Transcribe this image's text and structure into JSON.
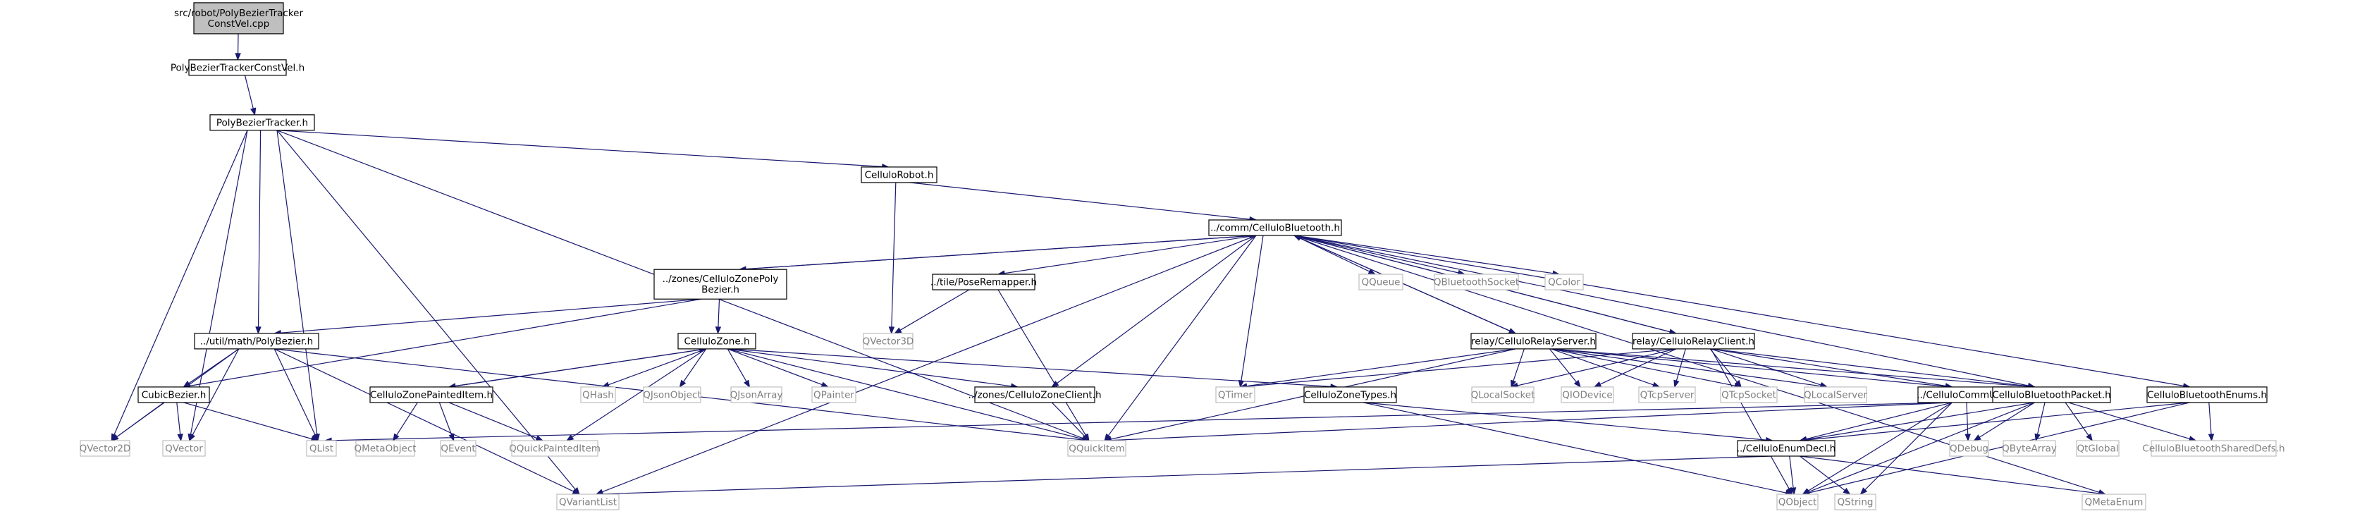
{
  "colors": {
    "edge": "#191970",
    "box_border": "#000000",
    "box_fill": "#ffffff",
    "root_fill": "#bfbfbf",
    "external_border": "#bfbfbf",
    "external_text": "#808080",
    "text": "#000000"
  },
  "nodes": {
    "n_root": {
      "label": [
        "src/robot/PolyBezierTracker",
        "ConstVel.cpp"
      ],
      "kind": "root"
    },
    "n_pbtcv": {
      "label": [
        "PolyBezierTrackerConstVel.h"
      ],
      "kind": "file"
    },
    "n_pbt": {
      "label": [
        "PolyBezierTracker.h"
      ],
      "kind": "file"
    },
    "n_robot": {
      "label": [
        "CelluloRobot.h"
      ],
      "kind": "file"
    },
    "n_bt": {
      "label": [
        "../comm/CelluloBluetooth.h"
      ],
      "kind": "file"
    },
    "n_zpb": {
      "label": [
        "../zones/CelluloZonePoly",
        "Bezier.h"
      ],
      "kind": "file"
    },
    "n_pose": {
      "label": [
        "../tile/PoseRemapper.h"
      ],
      "kind": "file"
    },
    "n_polybz": {
      "label": [
        "../util/math/PolyBezier.h"
      ],
      "kind": "file"
    },
    "n_zone": {
      "label": [
        "CelluloZone.h"
      ],
      "kind": "file"
    },
    "n_rserver": {
      "label": [
        "relay/CelluloRelayServer.h"
      ],
      "kind": "file"
    },
    "n_rclient": {
      "label": [
        "relay/CelluloRelayClient.h"
      ],
      "kind": "file"
    },
    "n_cubic": {
      "label": [
        "CubicBezier.h"
      ],
      "kind": "file"
    },
    "n_zpi": {
      "label": [
        "CelluloZonePaintedItem.h"
      ],
      "kind": "file"
    },
    "n_zclient": {
      "label": [
        "../zones/CelluloZoneClient.h"
      ],
      "kind": "file"
    },
    "n_ztypes": {
      "label": [
        "CelluloZoneTypes.h"
      ],
      "kind": "file"
    },
    "n_util": {
      "label": [
        "../CelluloCommUtil.h"
      ],
      "kind": "file"
    },
    "n_packet": {
      "label": [
        "CelluloBluetoothPacket.h"
      ],
      "kind": "file"
    },
    "n_enums": {
      "label": [
        "CelluloBluetoothEnums.h"
      ],
      "kind": "file"
    },
    "n_enumdecl": {
      "label": [
        "../CelluloEnumDecl.h"
      ],
      "kind": "file"
    },
    "n_qqueue": {
      "label": [
        "QQueue"
      ],
      "kind": "external"
    },
    "n_qbtsock": {
      "label": [
        "QBluetoothSocket"
      ],
      "kind": "external"
    },
    "n_qcolor": {
      "label": [
        "QColor"
      ],
      "kind": "external"
    },
    "n_qvec3d": {
      "label": [
        "QVector3D"
      ],
      "kind": "external"
    },
    "n_qhash": {
      "label": [
        "QHash"
      ],
      "kind": "external"
    },
    "n_qjsonobj": {
      "label": [
        "QJsonObject"
      ],
      "kind": "external"
    },
    "n_qjsonarr": {
      "label": [
        "QJsonArray"
      ],
      "kind": "external"
    },
    "n_qpainter": {
      "label": [
        "QPainter"
      ],
      "kind": "external"
    },
    "n_qtimer": {
      "label": [
        "QTimer"
      ],
      "kind": "external"
    },
    "n_qlocalsock": {
      "label": [
        "QLocalSocket"
      ],
      "kind": "external"
    },
    "n_qiodevice": {
      "label": [
        "QIODevice"
      ],
      "kind": "external"
    },
    "n_qtcpserver": {
      "label": [
        "QTcpServer"
      ],
      "kind": "external"
    },
    "n_qtcpsock": {
      "label": [
        "QTcpSocket"
      ],
      "kind": "external"
    },
    "n_qlocalserver": {
      "label": [
        "QLocalServer"
      ],
      "kind": "external"
    },
    "n_qvec2d": {
      "label": [
        "QVector2D"
      ],
      "kind": "external"
    },
    "n_qvector": {
      "label": [
        "QVector"
      ],
      "kind": "external"
    },
    "n_qlist": {
      "label": [
        "QList"
      ],
      "kind": "external"
    },
    "n_qmetaobj": {
      "label": [
        "QMetaObject"
      ],
      "kind": "external"
    },
    "n_qevent": {
      "label": [
        "QEvent"
      ],
      "kind": "external"
    },
    "n_qqpi": {
      "label": [
        "QQuickPaintedItem"
      ],
      "kind": "external"
    },
    "n_qquickitem": {
      "label": [
        "QQuickItem"
      ],
      "kind": "external"
    },
    "n_qdebug": {
      "label": [
        "QDebug"
      ],
      "kind": "external"
    },
    "n_qbytearray": {
      "label": [
        "QByteArray"
      ],
      "kind": "external"
    },
    "n_qtglobal": {
      "label": [
        "QtGlobal"
      ],
      "kind": "external"
    },
    "n_btshared": {
      "label": [
        "CelluloBluetoothSharedDefs.h"
      ],
      "kind": "external"
    },
    "n_qvariantlist": {
      "label": [
        "QVariantList"
      ],
      "kind": "external"
    },
    "n_qobject": {
      "label": [
        "QObject"
      ],
      "kind": "external"
    },
    "n_qstring": {
      "label": [
        "QString"
      ],
      "kind": "external"
    },
    "n_qmetaenum": {
      "label": [
        "QMetaEnum"
      ],
      "kind": "external"
    }
  }
}
